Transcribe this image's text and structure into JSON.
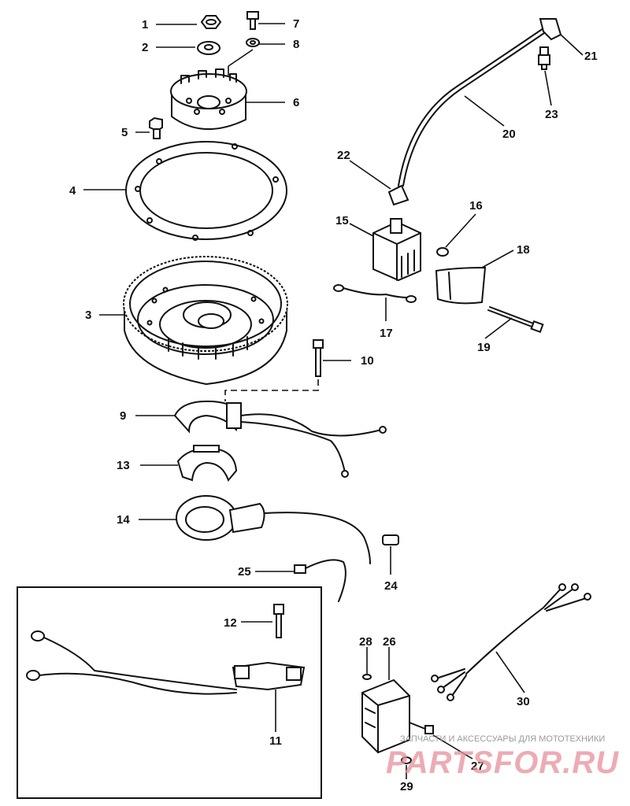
{
  "callouts": [
    {
      "id": "1",
      "label": "1"
    },
    {
      "id": "2",
      "label": "2"
    },
    {
      "id": "3",
      "label": "3"
    },
    {
      "id": "4",
      "label": "4"
    },
    {
      "id": "5",
      "label": "5"
    },
    {
      "id": "6",
      "label": "6"
    },
    {
      "id": "7",
      "label": "7"
    },
    {
      "id": "8",
      "label": "8"
    },
    {
      "id": "9",
      "label": "9"
    },
    {
      "id": "10",
      "label": "10"
    },
    {
      "id": "11",
      "label": "11"
    },
    {
      "id": "12",
      "label": "12"
    },
    {
      "id": "13",
      "label": "13"
    },
    {
      "id": "14",
      "label": "14"
    },
    {
      "id": "15",
      "label": "15"
    },
    {
      "id": "16",
      "label": "16"
    },
    {
      "id": "17",
      "label": "17"
    },
    {
      "id": "18",
      "label": "18"
    },
    {
      "id": "19",
      "label": "19"
    },
    {
      "id": "20",
      "label": "20"
    },
    {
      "id": "21",
      "label": "21"
    },
    {
      "id": "22",
      "label": "22"
    },
    {
      "id": "23",
      "label": "23"
    },
    {
      "id": "24",
      "label": "24"
    },
    {
      "id": "25",
      "label": "25"
    },
    {
      "id": "26",
      "label": "26"
    },
    {
      "id": "27",
      "label": "27"
    },
    {
      "id": "28",
      "label": "28"
    },
    {
      "id": "29",
      "label": "29"
    },
    {
      "id": "30",
      "label": "30"
    }
  ],
  "watermark": {
    "caption": "ЗАПЧАСТИ И АКСЕССУАРЫ ДЛЯ МОТОТЕХНИКИ",
    "brand": "PARTSFOR.RU"
  },
  "colors": {
    "line": "#111111",
    "background": "#ffffff",
    "watermark_brand": "#e8909a",
    "watermark_caption": "#9a9a9a"
  }
}
